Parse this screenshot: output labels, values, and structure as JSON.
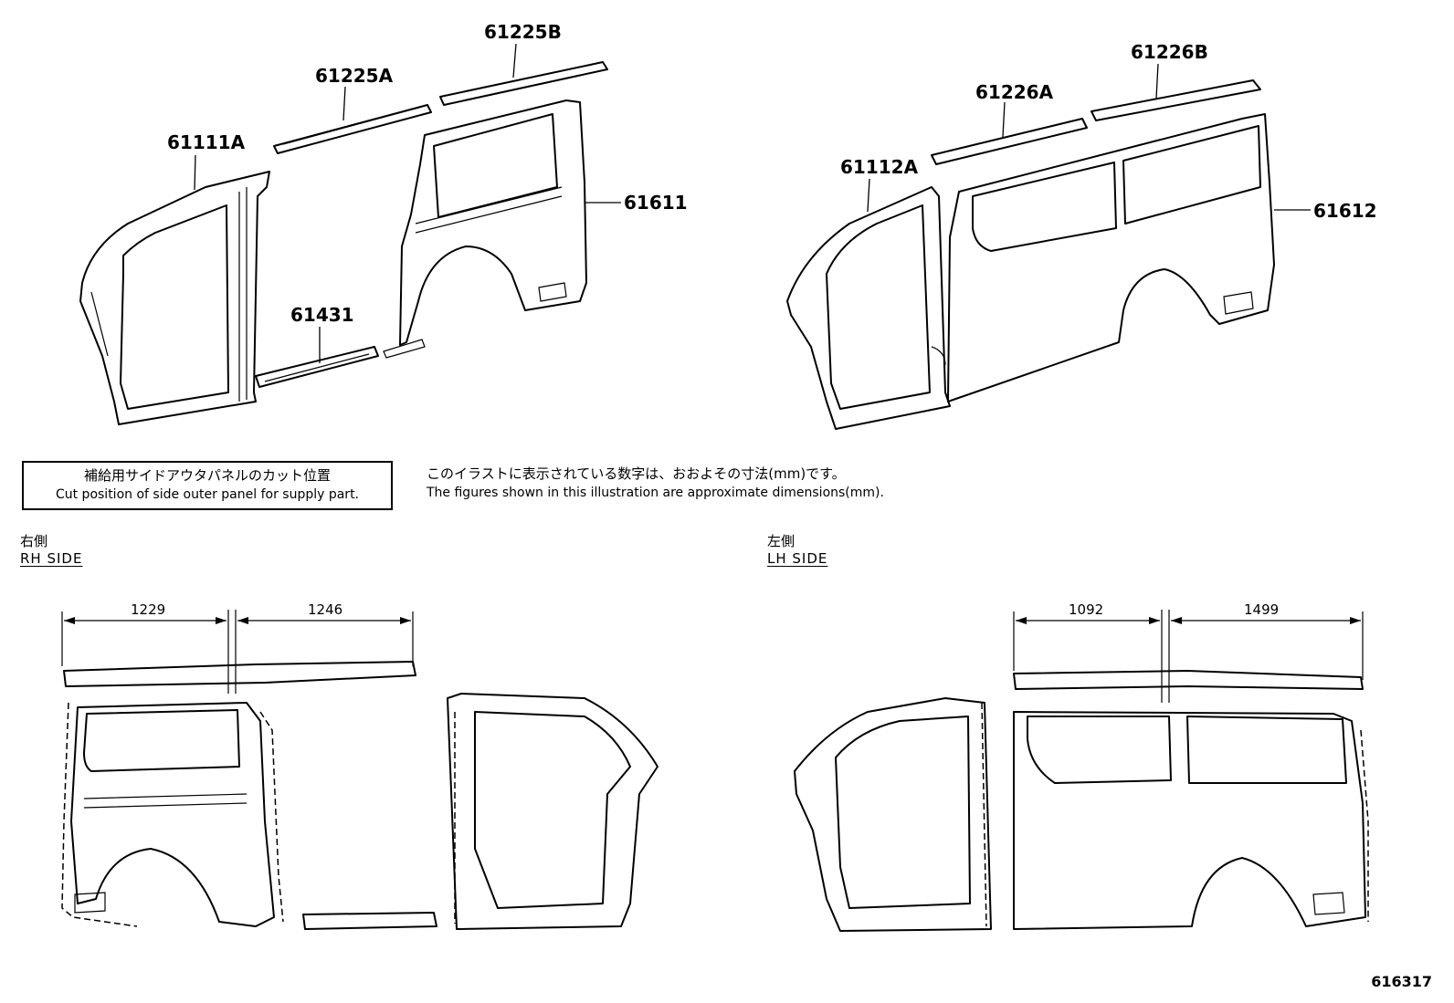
{
  "parts": {
    "p61225B": "61225B",
    "p61225A": "61225A",
    "p61111A": "61111A",
    "p61611": "61611",
    "p61431": "61431",
    "p61226B": "61226B",
    "p61226A": "61226A",
    "p61112A": "61112A",
    "p61612": "61612"
  },
  "cut_note": {
    "jp": "補給用サイドアウタパネルのカット位置",
    "en": "Cut position of side outer panel for supply part."
  },
  "dims_note": {
    "jp": "このイラストに表示されている数字は、おおよその寸法(mm)です。",
    "en": "The figures shown in this illustration are approximate dimensions(mm)."
  },
  "rh_side": {
    "jp": "右側",
    "en": "RH SIDE"
  },
  "lh_side": {
    "jp": "左側",
    "en": "LH SIDE"
  },
  "dimensions": {
    "rh_left": "1229",
    "rh_right": "1246",
    "lh_left": "1092",
    "lh_right": "1499"
  },
  "figure_number": "616317",
  "colors": {
    "ink": "#000000",
    "paper": "#ffffff"
  }
}
